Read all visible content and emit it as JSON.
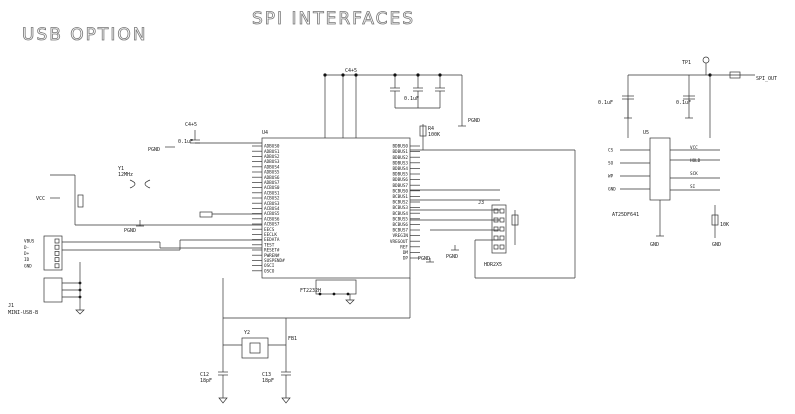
{
  "titles": {
    "usb": "USB OPTION",
    "spi": "SPI INTERFACES"
  },
  "labels": {
    "c_top_ref": "C4+5",
    "c_top_val": "0.1uF",
    "pgnd": "PGND",
    "u_ref": "U4",
    "vcc_left": "VCC",
    "xtal": "Y1",
    "xtal_freq": "12MHz",
    "usb_conn": "J1",
    "usb_conn_name": "MINI-USB-B",
    "r_top": "R4",
    "r_top_val": "100K",
    "mem_ref": "U5",
    "mem_name": "AT25DF641",
    "header_ref": "J3",
    "header_name": "HDR2X5",
    "tp_ref": "TP1",
    "spi_out": "SPI_OUT",
    "r_right_val": "10K",
    "c_bottom_1": "C12",
    "c_bottom_2": "C13",
    "c_bottom_val": "18pF",
    "crystal_ref": "Y2",
    "ferrite": "FB1",
    "note_bottom": "FT2232H",
    "gnd_small": "GND"
  },
  "ic_left_pins": [
    "ADBUS0",
    "ADBUS1",
    "ADBUS2",
    "ADBUS3",
    "ADBUS4",
    "ADBUS5",
    "ADBUS6",
    "ADBUS7",
    "ACBUS0",
    "ACBUS1",
    "ACBUS2",
    "ACBUS3",
    "ACBUS4",
    "ACBUS5",
    "ACBUS6",
    "ACBUS7",
    "EECS",
    "EECLK",
    "EEDATA",
    "TEST",
    "RESET#",
    "PWREN#",
    "SUSPEND#",
    "OSCI",
    "OSCO"
  ],
  "ic_right_pins": [
    "BDBUS0",
    "BDBUS1",
    "BDBUS2",
    "BDBUS3",
    "BDBUS4",
    "BDBUS5",
    "BDBUS6",
    "BDBUS7",
    "BCBUS0",
    "BCBUS1",
    "BCBUS2",
    "BCBUS3",
    "BCBUS4",
    "BCBUS5",
    "BCBUS6",
    "BCBUS7",
    "VREGIN",
    "VREGOUT",
    "REF",
    "DM",
    "DP"
  ],
  "usb_pins": [
    "VBUS",
    "D-",
    "D+",
    "ID",
    "GND"
  ],
  "mem_left_pins": [
    "CS",
    "SO",
    "WP",
    "GND"
  ],
  "mem_right_pins": [
    "VCC",
    "HOLD",
    "SCK",
    "SI"
  ]
}
